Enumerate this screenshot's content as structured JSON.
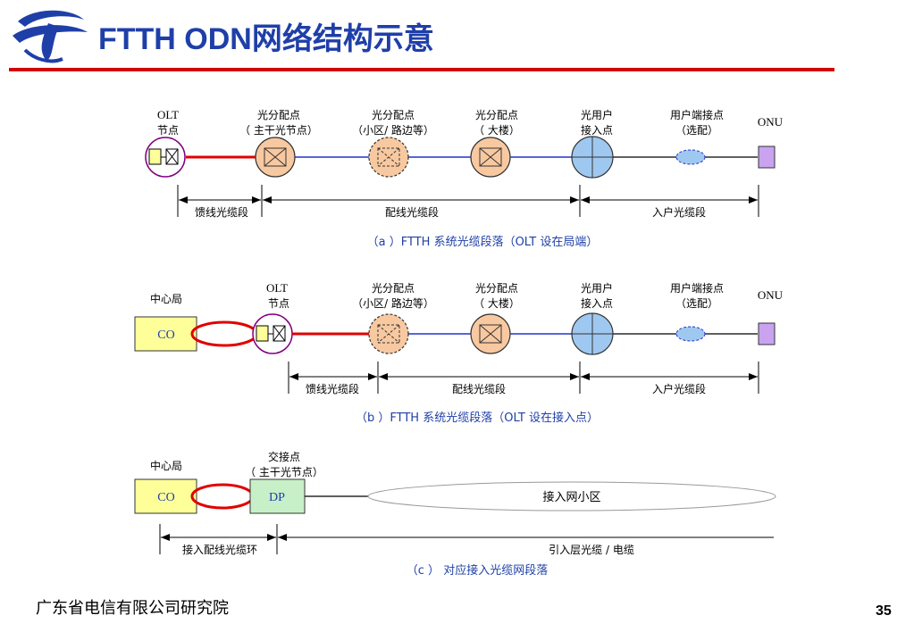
{
  "header": {
    "title": "FTTH ODN网络结构示意"
  },
  "footer": {
    "organization": "广东省电信有限公司研究院",
    "page_number": "35"
  },
  "colors": {
    "title": "#1f3fa8",
    "title_rule": "#d40000",
    "feeder_line": "#e00000",
    "distribution_line": "#2233cc",
    "split_node_fill": "#f8c9a0",
    "user_access_fill": "#9fc8f0",
    "user_terminal_fill": "#9fc8f0",
    "onu_fill": "#c9a3f0",
    "co_fill": "#ffff99",
    "dp_fill": "#c8f0c8",
    "caption": "#1f3fa8"
  },
  "diagram_a": {
    "olt_label": [
      "OLT",
      "节点"
    ],
    "node1_label": [
      "光分配点",
      "（ 主干光节点）"
    ],
    "node2_label": [
      "光分配点",
      "（小区/ 路边等）"
    ],
    "node3_label": [
      "光分配点",
      "（ 大楼）"
    ],
    "node4_label": [
      "光用户",
      "接入点"
    ],
    "node5_label": [
      "用户端接点",
      "（选配）"
    ],
    "onu_label": "ONU",
    "segments": [
      "馈线光缆段",
      "配线光缆段",
      "入户光缆段"
    ],
    "caption": "（a ）FTTH  系统光缆段落（OLT  设在局端）"
  },
  "diagram_b": {
    "co_label": "中心局",
    "co_box": "CO",
    "olt_label": [
      "OLT",
      "节点"
    ],
    "node2_label": [
      "光分配点",
      "（小区/ 路边等）"
    ],
    "node3_label": [
      "光分配点",
      "（ 大楼）"
    ],
    "node4_label": [
      "光用户",
      "接入点"
    ],
    "node5_label": [
      "用户端接点",
      "（选配）"
    ],
    "onu_label": "ONU",
    "segments": [
      "馈线光缆段",
      "配线光缆段",
      "入户光缆段"
    ],
    "caption": "（b ）FTTH  系统光缆段落（OLT  设在接入点）"
  },
  "diagram_c": {
    "co_label": "中心局",
    "co_box": "CO",
    "dp_label": [
      "交接点",
      "（ 主干光节点）"
    ],
    "dp_box": "DP",
    "area_label": "接入网小区",
    "segments": [
      "接入配线光缆环",
      "引入层光缆 / 电缆"
    ],
    "caption": "（c ）    对应接入光缆网段落"
  }
}
